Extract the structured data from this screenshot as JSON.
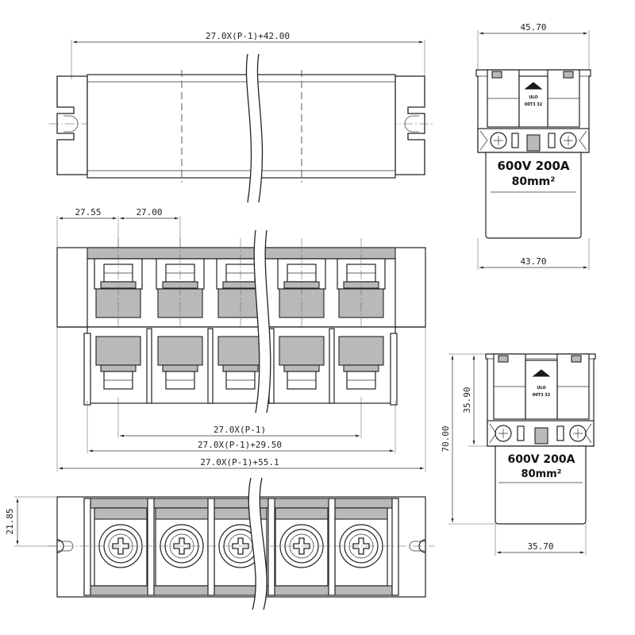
{
  "drawing": {
    "top_view": {
      "overall_length": "27.0X(P-1)+42.00"
    },
    "front_view": {
      "first_pitch": "27.55",
      "pitch": "27.00",
      "span_pitch": "27.0X(P-1)",
      "span_outer": "27.0X(P-1)+29.50",
      "span_total": "27.0X(P-1)+55.1"
    },
    "bottom_view": {
      "mount_offset": "21.85"
    },
    "side_view_upper": {
      "top_width": "45.70",
      "bottom_width": "43.70"
    },
    "side_view_lower": {
      "upper_height": "35.90",
      "total_height": "70.00",
      "bottom_width": "35.70"
    },
    "marking": {
      "rating": "600V 200A",
      "wire_size": "80mm²",
      "cert_mark": "ULO",
      "cert_code": "00T3 32"
    }
  }
}
